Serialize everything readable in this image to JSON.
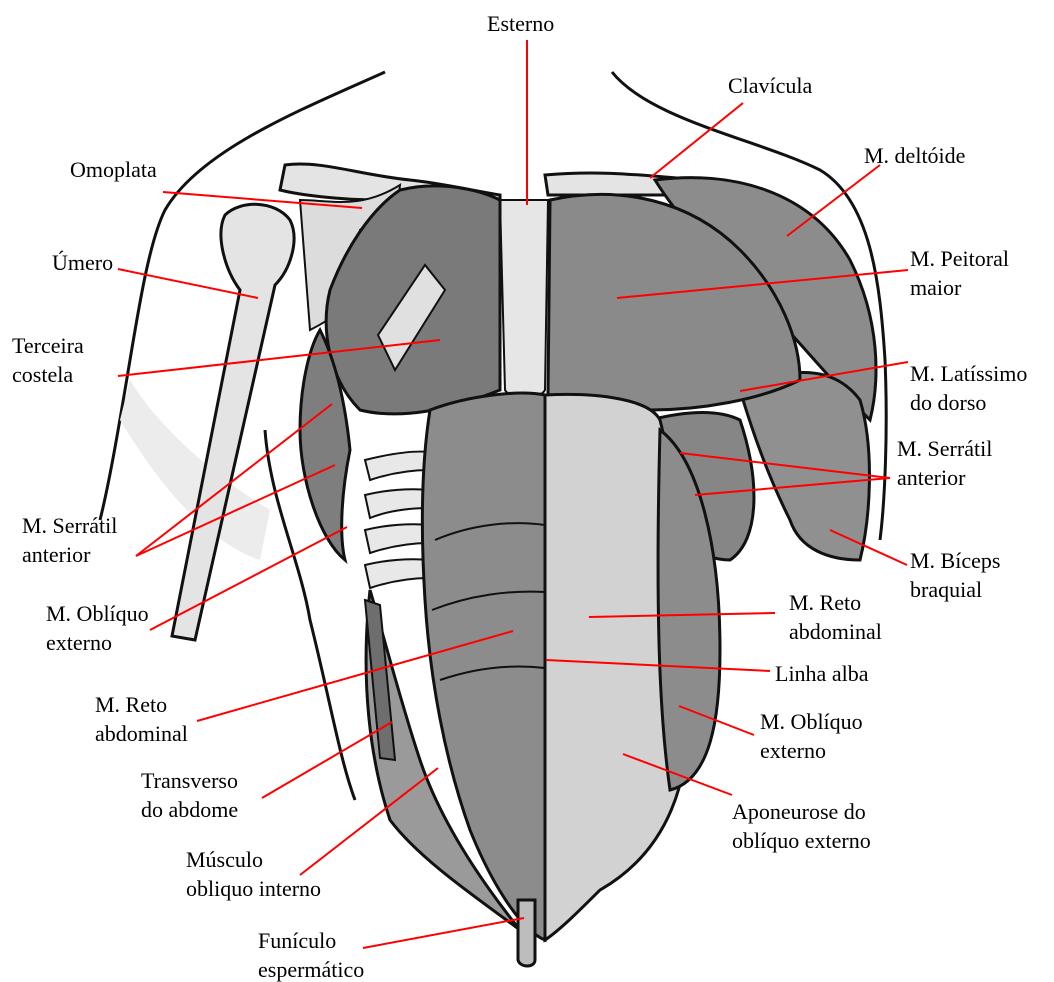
{
  "colors": {
    "leader_line": "#ff0000",
    "outline": "#111111",
    "muscle": "#8c8c8c",
    "muscle_dark": "#6e6e6e",
    "bone": "#e4e4e4",
    "aponeurosis": "#d2d2d2",
    "shadow": "#ececec"
  },
  "labels": {
    "esterno": [
      "Esterno"
    ],
    "clavicula": [
      "Clavícula"
    ],
    "omoplata": [
      "Omoplata"
    ],
    "deltoide": [
      "M. deltóide"
    ],
    "umero": [
      "Úmero"
    ],
    "peitoral": [
      "M. Peitoral",
      "maior"
    ],
    "terceira_costela": [
      "Terceira",
      "costela"
    ],
    "latissimo": [
      "M. Latíssimo",
      "do dorso"
    ],
    "serratil_right": [
      "M. Serrátil",
      "anterior"
    ],
    "serratil_left": [
      "M. Serrátil",
      "anterior"
    ],
    "biceps": [
      "M. Bíceps",
      "braquial"
    ],
    "obliquo_left": [
      "M. Oblíquo",
      "externo"
    ],
    "reto_right": [
      "M. Reto",
      "abdominal"
    ],
    "linha_alba": [
      "Linha alba"
    ],
    "reto_left": [
      "M. Reto",
      "abdominal"
    ],
    "obliquo_right": [
      "M. Oblíquo",
      "externo"
    ],
    "transverso": [
      "Transverso",
      "do abdome"
    ],
    "aponeurose": [
      "Aponeurose do",
      "oblíquo externo"
    ],
    "obliquo_interno": [
      "Músculo",
      "obliquo interno"
    ],
    "funiculo": [
      "Funículo",
      "espermático"
    ]
  }
}
